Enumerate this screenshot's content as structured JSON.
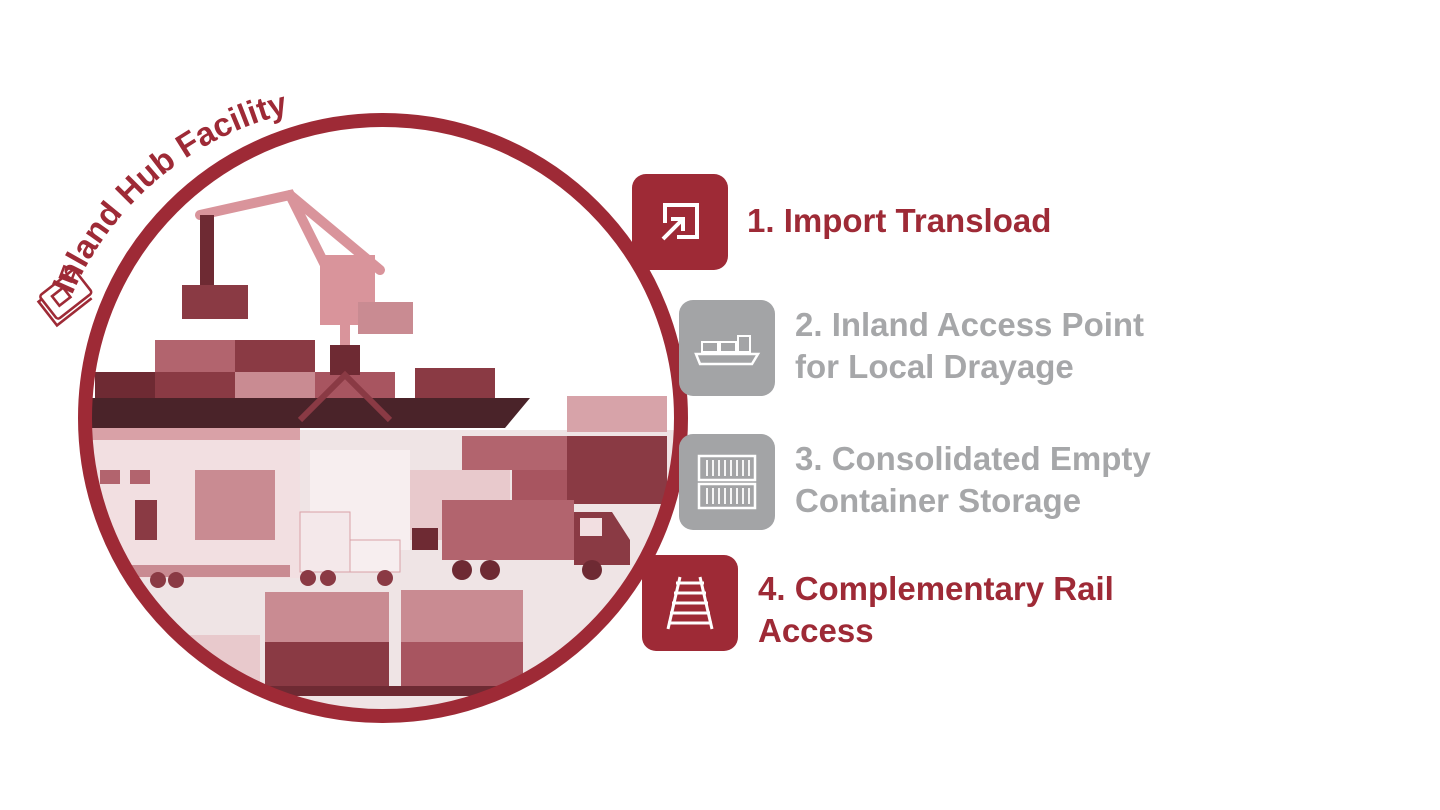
{
  "title": "Inland Hub Facility",
  "colors": {
    "accent": "#9e2a36",
    "muted": "#a3a4a6",
    "muted_text": "#a6a7a9",
    "scene_fill": "#c98b92",
    "scene_dark": "#6e2a33"
  },
  "items": [
    {
      "number": "1.",
      "lines": [
        "1. Import Transload"
      ],
      "state": "active",
      "icon": "transload-arrow-icon"
    },
    {
      "number": "2.",
      "lines": [
        "2. Inland Access Point",
        "for Local Drayage"
      ],
      "state": "inactive",
      "icon": "cargo-ship-icon"
    },
    {
      "number": "3.",
      "lines": [
        "3. Consolidated Empty",
        "Container Storage"
      ],
      "state": "inactive",
      "icon": "container-icon"
    },
    {
      "number": "4.",
      "lines": [
        "4. Complementary Rail",
        "Access"
      ],
      "state": "active",
      "icon": "rail-track-icon"
    }
  ]
}
